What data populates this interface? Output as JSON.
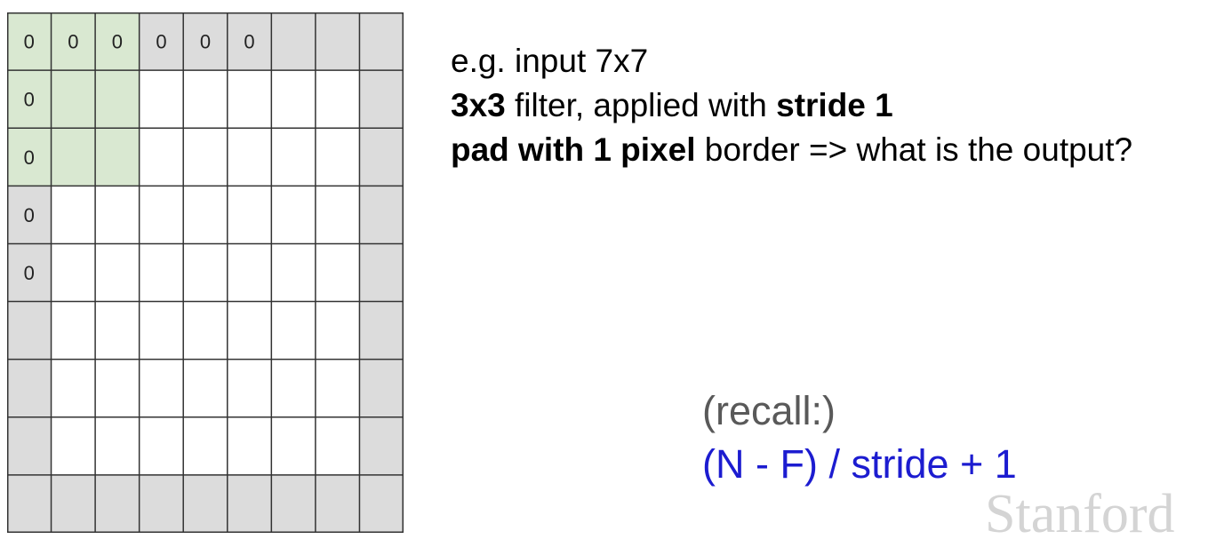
{
  "grid": {
    "rows": 9,
    "cols": 9,
    "padding_label": "0",
    "labeled_top_cells": 6,
    "labeled_left_cells": 4,
    "filter_size": 3,
    "colors": {
      "padding": "#dcdcdc",
      "filter": "#d9e8d1",
      "input": "#ffffff",
      "line": "#333333"
    }
  },
  "text": {
    "line1": "e.g. input 7x7",
    "line2_bold": "3x3",
    "line2_mid": " filter, applied with ",
    "line2_bold2": "stride 1",
    "line3_bold": "pad with 1 pixel",
    "line3_rest": " border => what is the output?"
  },
  "recall": {
    "label": "(recall:)",
    "formula": "(N - F) / stride + 1"
  },
  "watermark": "Stanford"
}
